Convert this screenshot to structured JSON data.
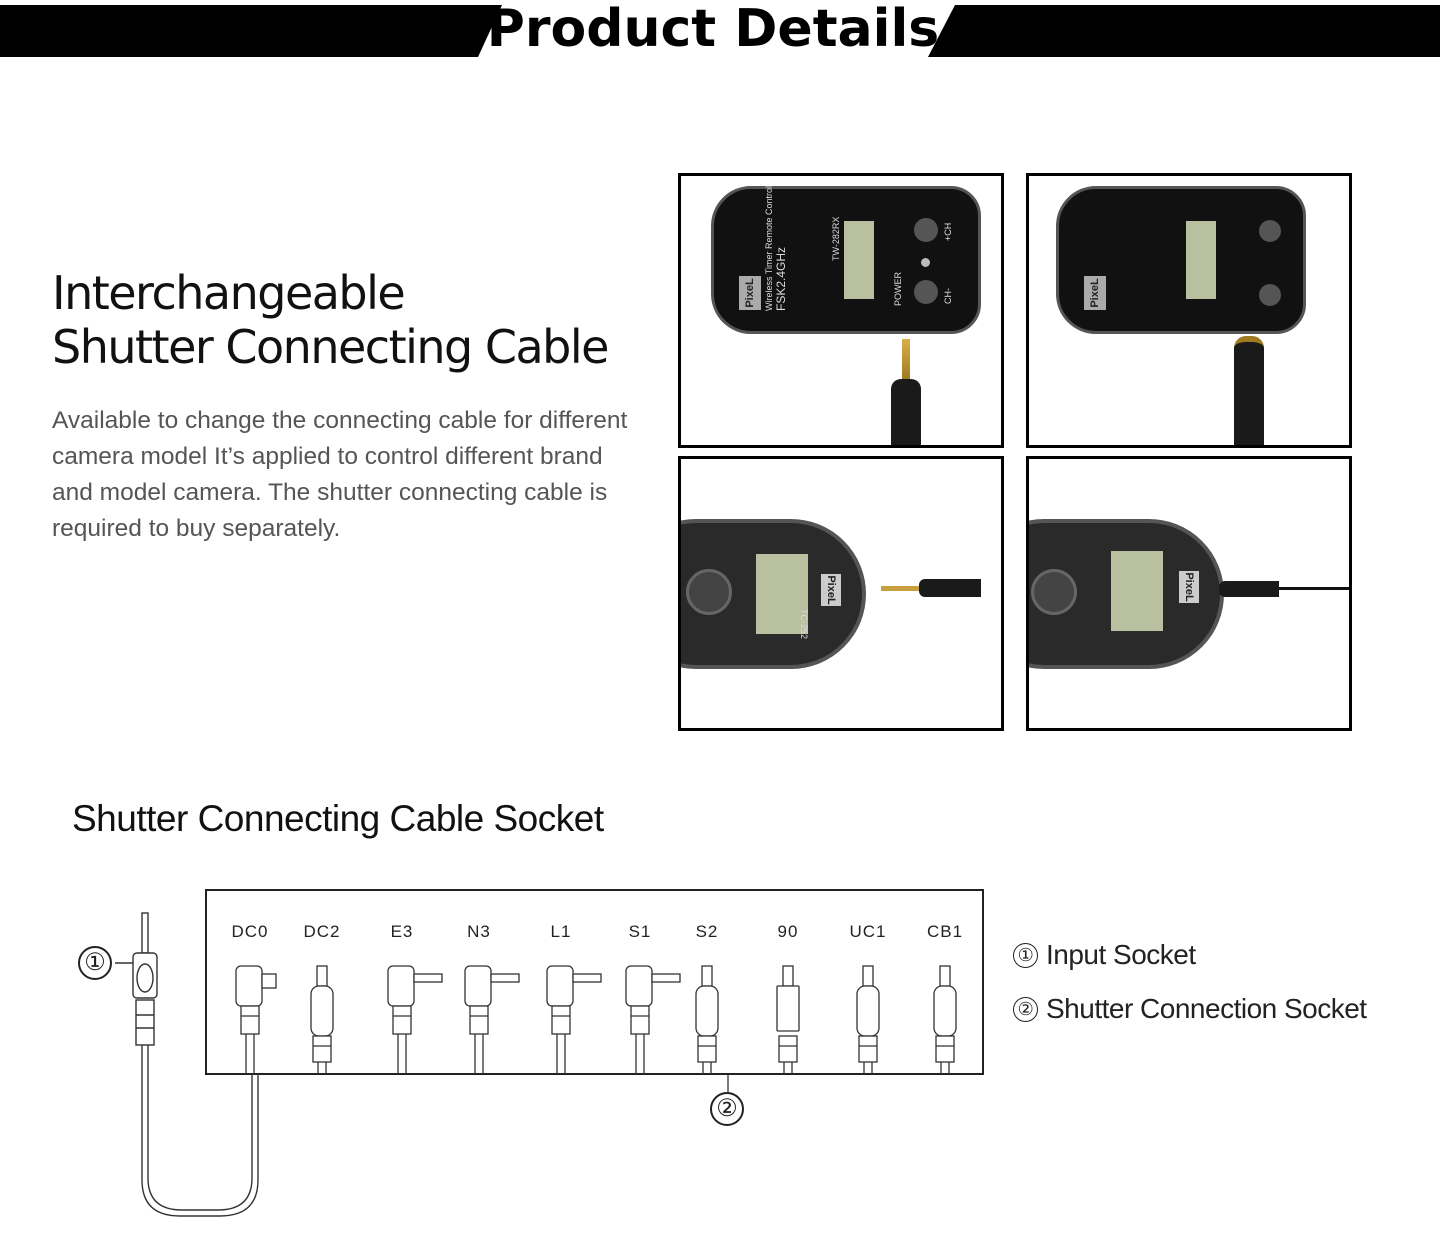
{
  "header": {
    "title": "Product Details"
  },
  "intro": {
    "heading_line1": "Interchangeable",
    "heading_line2": "Shutter Connecting Cable",
    "description": "Available to change the connecting cable for different camera model It’s applied to control different brand and model camera. The shutter connecting cable is required to buy separately."
  },
  "photos": {
    "receiver": {
      "brand": "PixeL",
      "line1": "Wireless Timer Remote Control",
      "line2": "FSK2.4GHz",
      "model": "TW-282RX",
      "power": "POWER",
      "ch_plus": "+CH",
      "ch_minus": "CH-"
    },
    "remote": {
      "brand": "PixeL",
      "model": "TC-252"
    }
  },
  "socket": {
    "title": "Shutter Connecting Cable Socket",
    "connectors": [
      "DC0",
      "DC2",
      "E3",
      "N3",
      "L1",
      "S1",
      "S2",
      "90",
      "UC1",
      "CB1"
    ],
    "marker1": "①",
    "marker2": "②",
    "legend": [
      {
        "num": "①",
        "label": "Input Socket"
      },
      {
        "num": "②",
        "label": "Shutter Connection Socket"
      }
    ]
  }
}
